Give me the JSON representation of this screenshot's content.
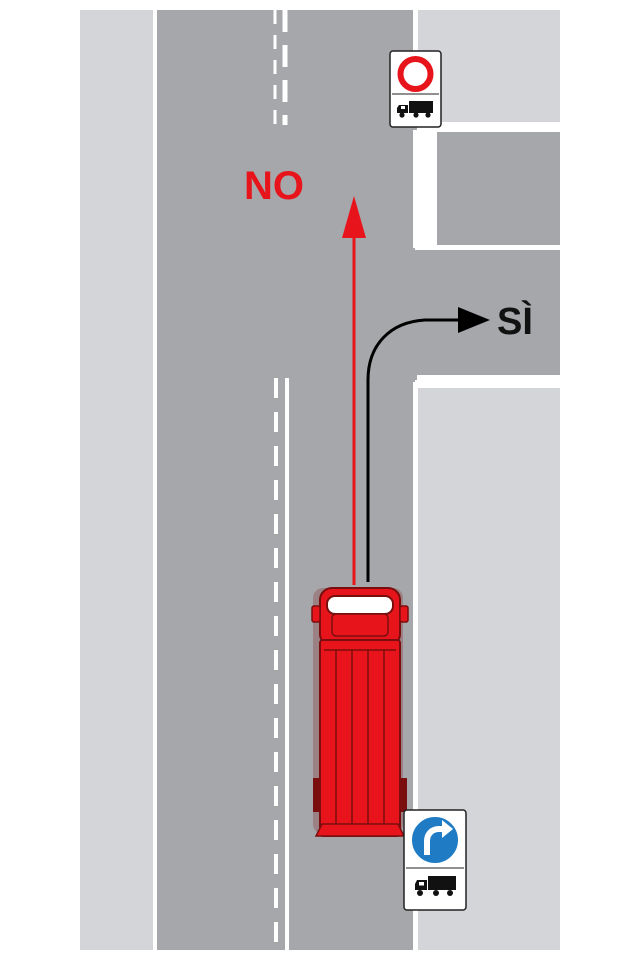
{
  "diagram": {
    "labels": {
      "no": "NO",
      "si": "SÌ"
    },
    "colors": {
      "sidewalk": "#d4d5d8",
      "road": "#a6a7aa",
      "marking": "#ffffff",
      "forbidden_arrow": "#e8141b",
      "allowed_arrow": "#000000",
      "truck": "#e8141b",
      "truck_outline": "#7a0e0e",
      "sign_blue": "#1f7cc4",
      "sign_red": "#e8141b"
    },
    "signs": [
      {
        "name": "no-trucks-sign",
        "symbol": "prohibition-ring",
        "panel": "truck-icon"
      },
      {
        "name": "turn-right-mandatory-sign",
        "symbol": "turn-right-arrow",
        "panel": "truck-icon"
      }
    ]
  }
}
